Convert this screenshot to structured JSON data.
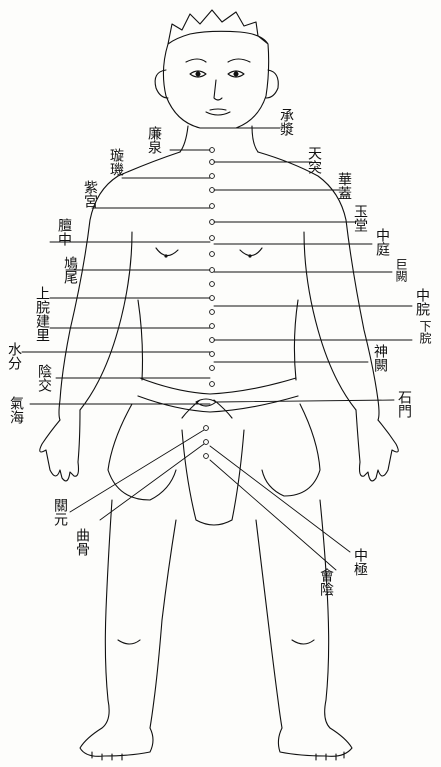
{
  "image": {
    "background": "#fdfdfb",
    "ink": "#111111",
    "description_style": "woodblock line drawing"
  },
  "points": {
    "chengjiang": "承漿",
    "lianquan": "廉泉",
    "tiantu": "天突",
    "xuanji": "璇璣",
    "huagai": "華蓋",
    "zigong": "紫宮",
    "yutang": "玉堂",
    "danzhong": "膻中",
    "zhongting": "中庭",
    "jiuwei": "鳩尾",
    "juque": "巨闕",
    "shangwan": "上脘",
    "zhongwan": "中脘",
    "jianli": "建里",
    "xiawan": "下脘",
    "shuifen": "水分",
    "shenque": "神闕",
    "yinjiao": "陰交",
    "qihai": "氣海",
    "shimen": "石門",
    "guanyuan": "關元",
    "qugu": "曲骨",
    "zhongji": "中極",
    "huiyin": "會陰"
  }
}
